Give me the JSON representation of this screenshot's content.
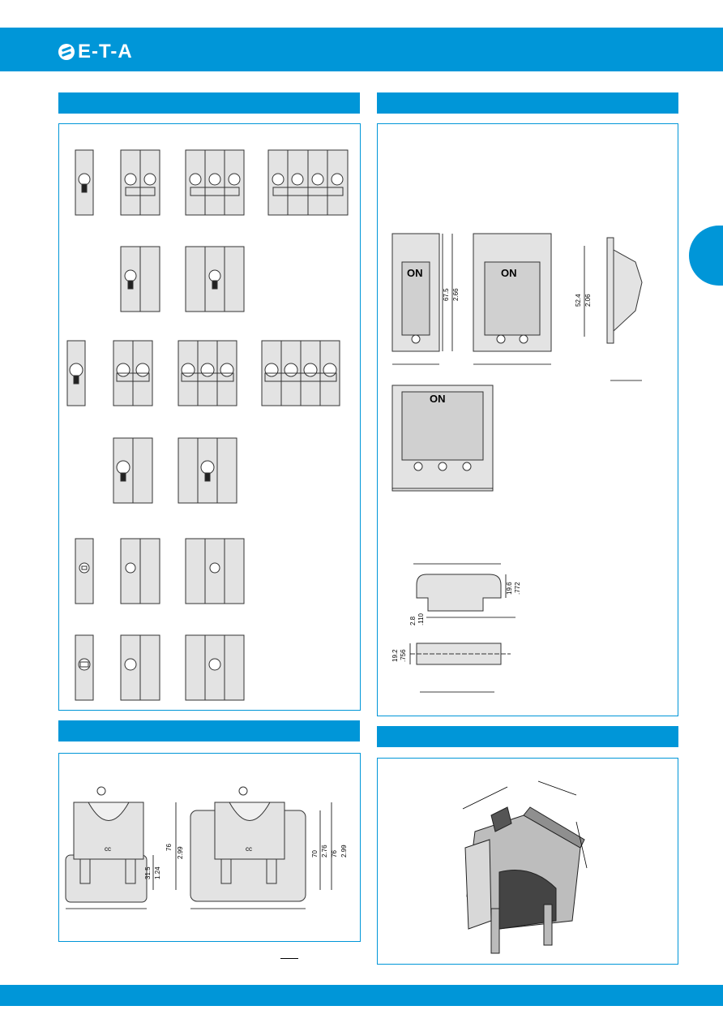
{
  "header": {
    "logo_text": "E-T-A",
    "brand_color": "#0096d8"
  },
  "footer": {
    "color": "#0096d8"
  },
  "top_right": {
    "on_label": "ON",
    "dims": {
      "d1": "67.5",
      "d2": "2.66",
      "d3": "52.4",
      "d4": "2.06"
    },
    "side_dims": {
      "a": "19.6",
      "b": ".772",
      "c": "2.8",
      "d": ".110"
    },
    "bottom_dims": {
      "a": "19.2",
      "b": ".756"
    }
  },
  "bottom_left": {
    "left_dims": {
      "a": "76",
      "b": "2.99",
      "c": "31.5",
      "d": "1.24"
    },
    "right_dims": {
      "a": "70",
      "b": "2.76",
      "c": "76",
      "d": "2.99"
    },
    "mark": "cc"
  }
}
